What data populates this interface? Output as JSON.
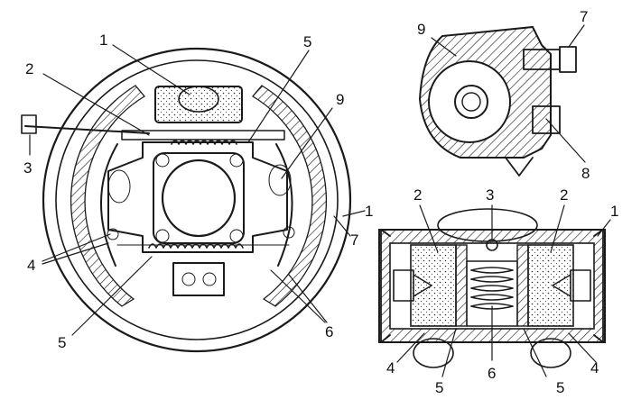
{
  "figure": {
    "left_view": {
      "callouts": [
        {
          "id": "L1",
          "text": "1"
        },
        {
          "id": "L2",
          "text": "2"
        },
        {
          "id": "L3",
          "text": "3"
        },
        {
          "id": "L4",
          "text": "4"
        },
        {
          "id": "L5a",
          "text": "5"
        },
        {
          "id": "L5b",
          "text": "5"
        },
        {
          "id": "L6",
          "text": "6"
        },
        {
          "id": "L7",
          "text": "7"
        },
        {
          "id": "L9",
          "text": "9"
        },
        {
          "id": "L1b",
          "text": "1"
        }
      ]
    },
    "top_right_view": {
      "callouts": [
        {
          "id": "T9",
          "text": "9"
        },
        {
          "id": "T7",
          "text": "7"
        },
        {
          "id": "T8",
          "text": "8"
        }
      ]
    },
    "bottom_right_view": {
      "callouts": [
        {
          "id": "B3",
          "text": "3"
        },
        {
          "id": "B2a",
          "text": "2"
        },
        {
          "id": "B2b",
          "text": "2"
        },
        {
          "id": "B1",
          "text": "1"
        },
        {
          "id": "B4a",
          "text": "4"
        },
        {
          "id": "B4b",
          "text": "4"
        },
        {
          "id": "B5a",
          "text": "5"
        },
        {
          "id": "B5b",
          "text": "5"
        },
        {
          "id": "B6",
          "text": "6"
        }
      ]
    }
  }
}
